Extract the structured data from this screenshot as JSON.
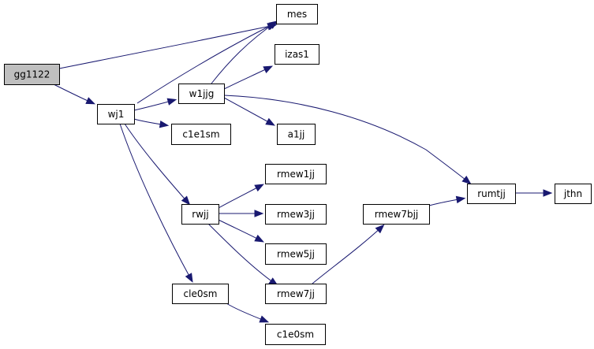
{
  "graph": {
    "colors": {
      "edge": "#191970",
      "root_fill": "#bfbfbf",
      "node_fill": "#ffffff",
      "node_border": "#000000"
    },
    "nodes": [
      {
        "id": "gg1122",
        "label": "gg1122",
        "root": true
      },
      {
        "id": "mes",
        "label": "mes"
      },
      {
        "id": "wj1",
        "label": "wj1"
      },
      {
        "id": "w1jjg",
        "label": "w1jjg"
      },
      {
        "id": "izas1",
        "label": "izas1"
      },
      {
        "id": "c1e1sm",
        "label": "c1e1sm"
      },
      {
        "id": "a1jj",
        "label": "a1jj"
      },
      {
        "id": "rmew1jj",
        "label": "rmew1jj"
      },
      {
        "id": "rwjj",
        "label": "rwjj"
      },
      {
        "id": "rmew3jj",
        "label": "rmew3jj"
      },
      {
        "id": "rmew7bjj",
        "label": "rmew7bjj"
      },
      {
        "id": "rumtjj",
        "label": "rumtjj"
      },
      {
        "id": "jthn",
        "label": "jthn"
      },
      {
        "id": "rmew5jj",
        "label": "rmew5jj"
      },
      {
        "id": "cle0sm",
        "label": "cle0sm"
      },
      {
        "id": "rmew7jj",
        "label": "rmew7jj"
      },
      {
        "id": "c1e0sm",
        "label": "c1e0sm"
      }
    ],
    "edges": [
      {
        "from": "gg1122",
        "to": "mes"
      },
      {
        "from": "gg1122",
        "to": "wj1"
      },
      {
        "from": "wj1",
        "to": "mes"
      },
      {
        "from": "wj1",
        "to": "w1jjg"
      },
      {
        "from": "wj1",
        "to": "c1e1sm"
      },
      {
        "from": "wj1",
        "to": "rwjj"
      },
      {
        "from": "wj1",
        "to": "cle0sm"
      },
      {
        "from": "w1jjg",
        "to": "mes"
      },
      {
        "from": "w1jjg",
        "to": "izas1"
      },
      {
        "from": "w1jjg",
        "to": "a1jj"
      },
      {
        "from": "w1jjg",
        "to": "rumtjj"
      },
      {
        "from": "rwjj",
        "to": "rmew1jj"
      },
      {
        "from": "rwjj",
        "to": "rmew3jj"
      },
      {
        "from": "rwjj",
        "to": "rmew5jj"
      },
      {
        "from": "rwjj",
        "to": "rmew7jj"
      },
      {
        "from": "rmew7jj",
        "to": "rmew7bjj"
      },
      {
        "from": "rmew7bjj",
        "to": "rumtjj"
      },
      {
        "from": "rumtjj",
        "to": "jthn"
      },
      {
        "from": "cle0sm",
        "to": "c1e0sm"
      }
    ]
  }
}
